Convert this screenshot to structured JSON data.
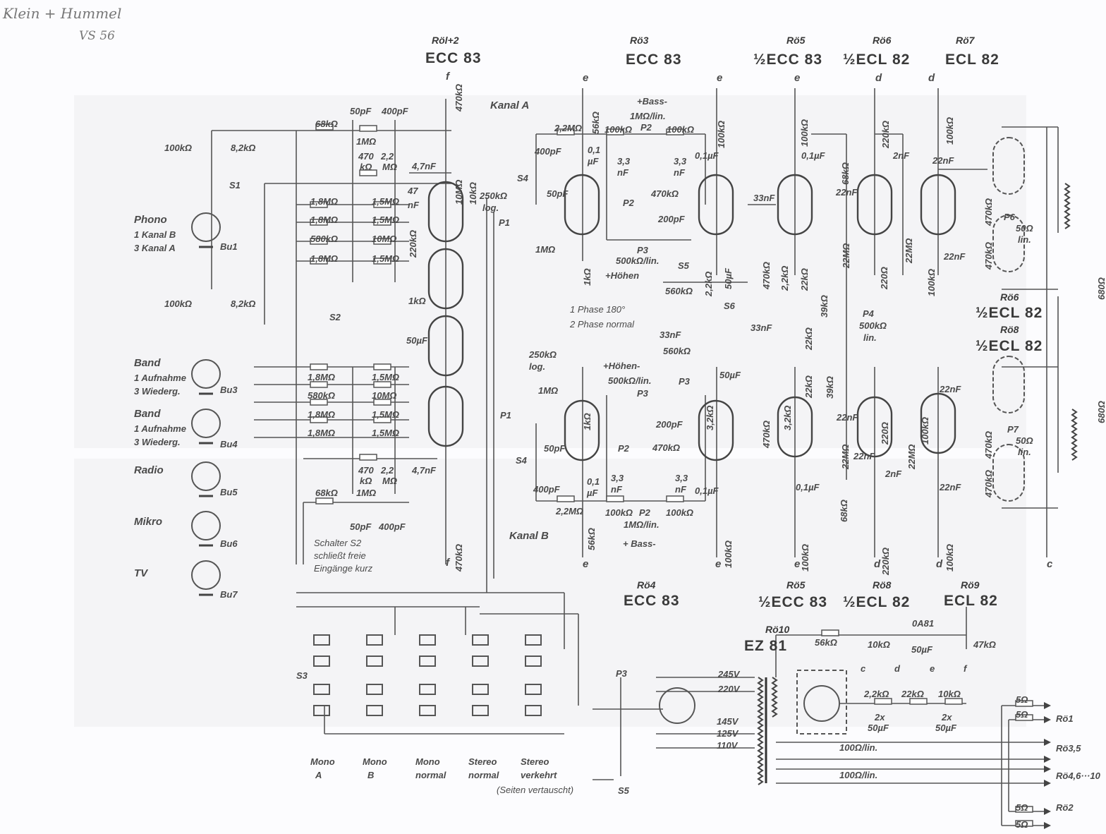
{
  "handwriting": [
    "Klein + Hummel",
    "VS 56"
  ],
  "tube_headers": [
    {
      "ref": "Röl+2",
      "type": "ECC 83"
    },
    {
      "ref": "Rö3",
      "type": "ECC 83"
    },
    {
      "ref": "Rö5",
      "type": "½ECC 83"
    },
    {
      "ref": "Rö6",
      "type": "½ECL 82"
    },
    {
      "ref": "Rö7",
      "type": "ECL 82"
    },
    {
      "ref": "Rö6",
      "type": "½ECL 82"
    },
    {
      "ref": "Rö8",
      "type": "½ECL 82"
    },
    {
      "ref": "Rö4",
      "type": "ECC 83"
    },
    {
      "ref": "Rö5",
      "type": "½ECC 83"
    },
    {
      "ref": "Rö8",
      "type": "½ECL 82"
    },
    {
      "ref": "Rö9",
      "type": "ECL 82"
    },
    {
      "ref": "Rö10",
      "type": "EZ 81"
    }
  ],
  "inputs": [
    {
      "name": "Phono",
      "lines": [
        "1 Kanal B",
        "3 Kanal A"
      ],
      "socket": "Bu1"
    },
    {
      "name": "Band",
      "lines": [
        "1 Aufnahme",
        "3 Wiederg."
      ],
      "socket": "Bu3"
    },
    {
      "name": "Band",
      "lines": [
        "1 Aufnahme",
        "3 Wiederg."
      ],
      "socket": "Bu4"
    },
    {
      "name": "Radio",
      "lines": [],
      "socket": "Bu5"
    },
    {
      "name": "Mikro",
      "lines": [],
      "socket": "Bu6"
    },
    {
      "name": "TV",
      "lines": [],
      "socket": "Bu7"
    }
  ],
  "channels": {
    "a": "Kanal A",
    "b": "Kanal B"
  },
  "note": [
    "Schalter S2",
    "schließt freie",
    "Eingänge kurz"
  ],
  "phase_switch": [
    "1 Phase 180°",
    "2 Phase normal"
  ],
  "mode_switch": {
    "ref": "S3",
    "modes": [
      {
        "line1": "Mono",
        "line2": "A"
      },
      {
        "line1": "Mono",
        "line2": "B"
      },
      {
        "line1": "Mono",
        "line2": "normal"
      },
      {
        "line1": "Stereo",
        "line2": "normal"
      },
      {
        "line1": "Stereo",
        "line2": "verkehrt"
      }
    ],
    "footnote": "(Seiten vertauscht)"
  },
  "components": [
    "100kΩ",
    "8,2kΩ",
    "S1",
    "100kΩ",
    "8,2kΩ",
    "68kΩ",
    "50pF",
    "400pF",
    "1MΩ",
    "470",
    "kΩ",
    "2,2",
    "MΩ",
    "4,7nF",
    "47",
    "nF",
    "1,8MΩ",
    "1,8MΩ",
    "580kΩ",
    "1,8MΩ",
    "1,5MΩ",
    "1,5MΩ",
    "10MΩ",
    "1,5MΩ",
    "220kΩ",
    "S2",
    "1kΩ",
    "50µF",
    "470kΩ",
    "10MΩ",
    "10kΩ",
    "1,8MΩ",
    "580kΩ",
    "1,8MΩ",
    "1,8MΩ",
    "1,5MΩ",
    "10MΩ",
    "1,5MΩ",
    "1,5MΩ",
    "470",
    "kΩ",
    "2,2",
    "MΩ",
    "4,7nF",
    "68kΩ",
    "1MΩ",
    "50pF",
    "400pF",
    "470kΩ",
    "+Bass-",
    "1MΩ/lin.",
    "P2",
    "100kΩ",
    "100kΩ",
    "2,2MΩ",
    "400pF",
    "0,1",
    "µF",
    "3,3",
    "nF",
    "3,3",
    "nF",
    "470kΩ",
    "P2",
    "200pF",
    "P3",
    "500kΩ/lin.",
    "+Höhen",
    "S5",
    "560kΩ",
    "S4",
    "250kΩ",
    "log.",
    "P1",
    "50pF",
    "1MΩ",
    "1kΩ",
    "56kΩ",
    "100kΩ",
    "0,1µF",
    "2,2kΩ",
    "50µF",
    "33nF",
    "470kΩ",
    "2,2kΩ",
    "22kΩ",
    "0,1µF",
    "68kΩ",
    "100kΩ",
    "22nF",
    "22MΩ",
    "220Ω",
    "2nF",
    "220kΩ",
    "22nF",
    "22MΩ",
    "100kΩ",
    "22nF",
    "100kΩ",
    "470kΩ",
    "470kΩ",
    "P6",
    "50Ω",
    "lin.",
    "680Ω",
    "S6",
    "33nF",
    "33nF",
    "560kΩ",
    "22kΩ",
    "22kΩ",
    "39kΩ",
    "39kΩ",
    "P4",
    "500kΩ",
    "lin.",
    "250kΩ",
    "log.",
    "1MΩ",
    "P1",
    "50pF",
    "S4",
    "1kΩ",
    "+Höhen-",
    "500kΩ/lin.",
    "P3",
    "P3",
    "200pF",
    "P2",
    "470kΩ",
    "3,3",
    "nF",
    "3,3",
    "nF",
    "400pF",
    "2,2MΩ",
    "0,1",
    "µF",
    "100kΩ",
    "P2",
    "100kΩ",
    "1MΩ/lin.",
    "+ Bass-",
    "56kΩ",
    "0,1µF",
    "100kΩ",
    "3,2kΩ",
    "50µF",
    "470kΩ",
    "3,2kΩ",
    "0,1µF",
    "100kΩ",
    "68kΩ",
    "22nF",
    "22MΩ",
    "220Ω",
    "22nF",
    "2nF",
    "220kΩ",
    "100kΩ",
    "22nF",
    "22MΩ",
    "22nF",
    "470kΩ",
    "470kΩ",
    "100kΩ",
    "P7",
    "50Ω",
    "lin.",
    "680Ω"
  ],
  "supply_rails": [
    "f",
    "e",
    "e",
    "e",
    "d",
    "d",
    "f",
    "e",
    "e",
    "e",
    "d",
    "d",
    "c"
  ],
  "power_supply": {
    "labels": [
      "P3",
      "S5",
      "245V",
      "220V",
      "145V",
      "125V",
      "110V",
      "56kΩ",
      "10kΩ",
      "0A81",
      "50µF",
      "47kΩ",
      "c",
      "d",
      "e",
      "f",
      "2,2kΩ",
      "22kΩ",
      "10kΩ",
      "2x",
      "50µF",
      "2x",
      "50µF",
      "100Ω/lin.",
      "100Ω/lin.",
      "5Ω",
      "5Ω",
      "5Ω",
      "5Ω"
    ],
    "outputs": [
      "Rö1",
      "Rö3,5",
      "Rö4,6···10",
      "Rö2"
    ]
  },
  "colors": {
    "ink": "#4a4a4a",
    "paper": "#fcfcfe",
    "wire": "#555555"
  }
}
